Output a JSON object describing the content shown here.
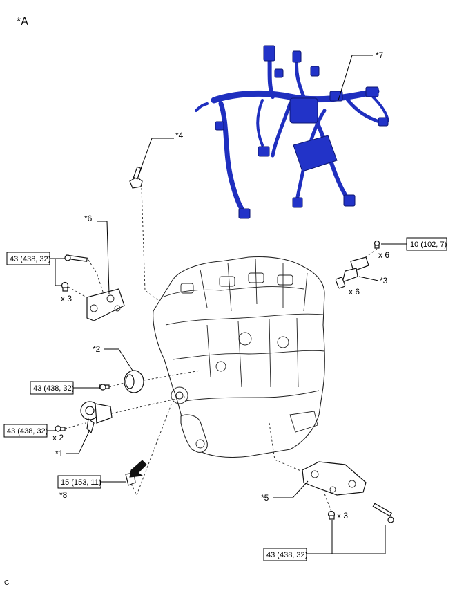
{
  "view_label": "*A",
  "footer_label": "C",
  "callouts": {
    "c1": "*1",
    "c2": "*2",
    "c3": "*3",
    "c4": "*4",
    "c5": "*5",
    "c6": "*6",
    "c7": "*7",
    "c8": "*8"
  },
  "torque": {
    "t1": "10 (102, 7)",
    "t2": "43 (438, 32)",
    "t3": "43 (438, 32)",
    "t4": "43 (438, 32)",
    "t5": "15 (153, 11)",
    "t6": "43 (438, 32)"
  },
  "quantities": {
    "q_ignition_bolt": "x 6",
    "q_ignition_coil": "x 6",
    "q_bracket_bolt": "x 3",
    "q_tensioner_bolt": "x 2",
    "q_mount_bolt": "x 3"
  },
  "colors": {
    "harness": "#2233c8",
    "line": "#000000"
  }
}
